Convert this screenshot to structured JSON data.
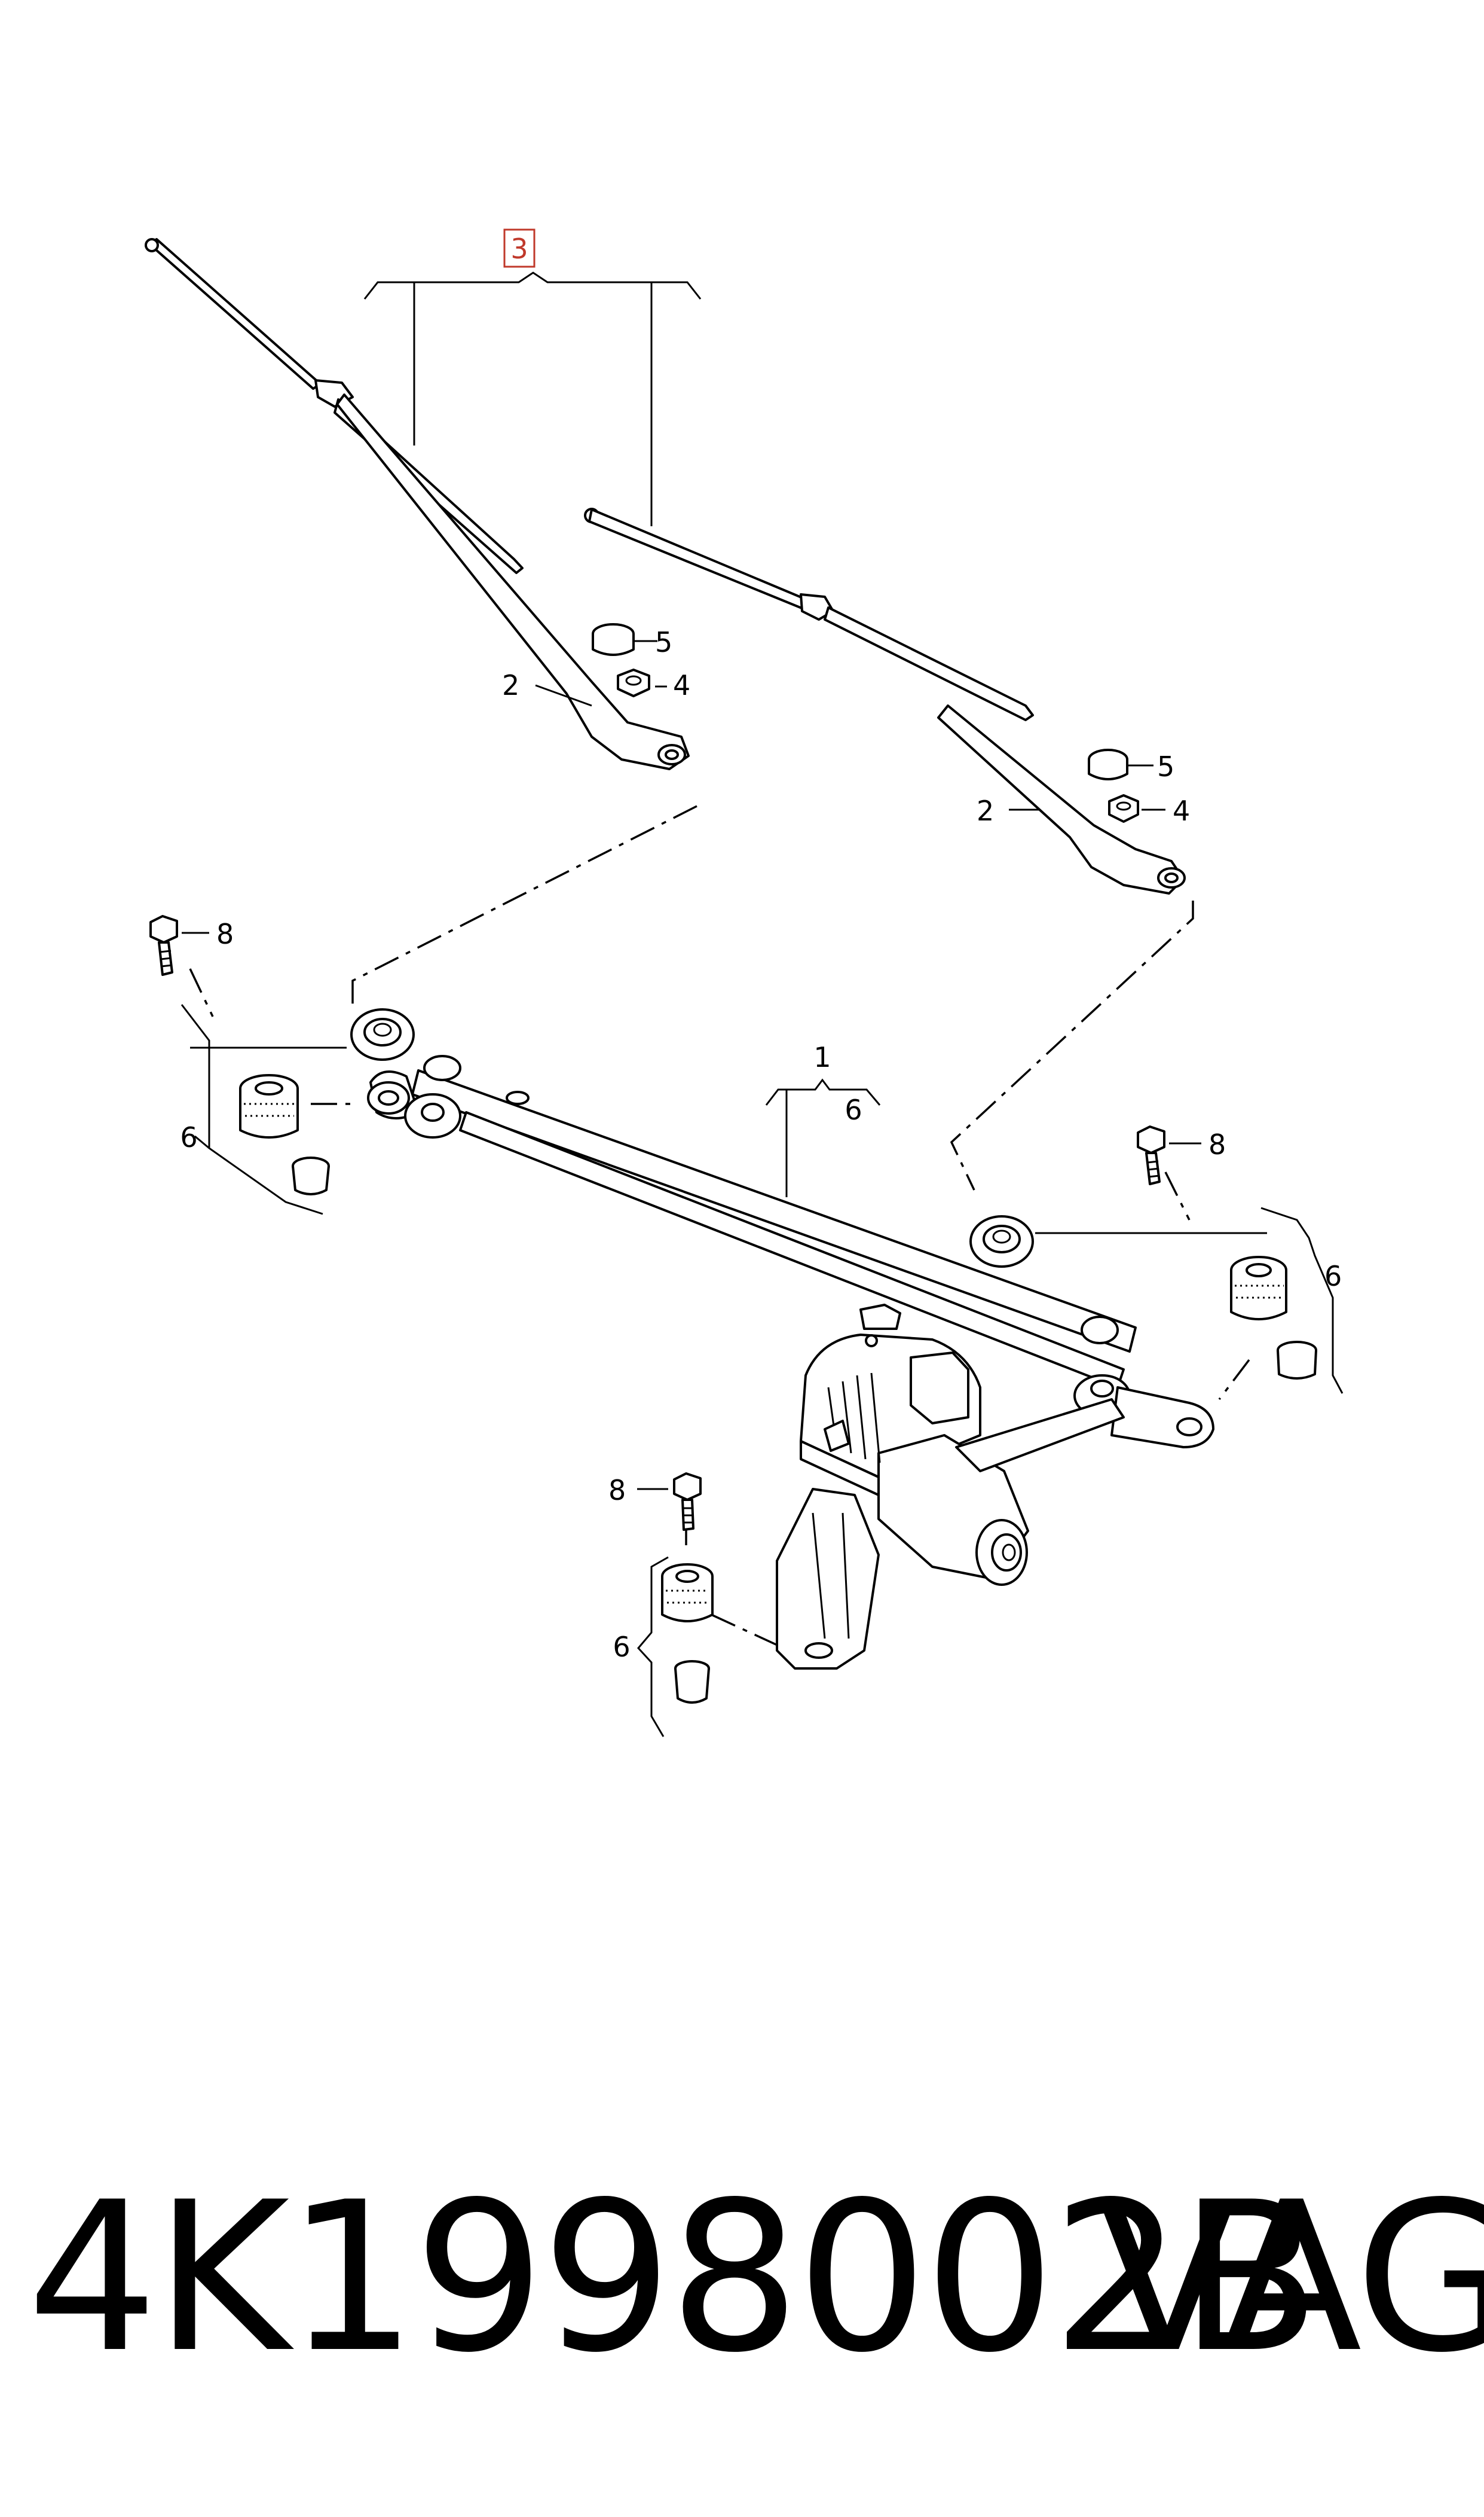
{
  "diagram": {
    "callouts": {
      "arm_set": "3",
      "wiper_arm_left": "2",
      "wiper_arm_right": "2",
      "nut_left": "4",
      "nut_right": "4",
      "cap_left": "5",
      "cap_right": "5",
      "linkage": "1",
      "linkage_sub": "6",
      "bolt_left": "8",
      "bolt_right": "8",
      "bolt_bottom": "8",
      "mount_left": "6",
      "mount_right": "6",
      "mount_bottom": "6"
    },
    "highlight_color": "#c0392b"
  },
  "footer": {
    "part_number": "4K1998002B",
    "brand": "VAG"
  }
}
